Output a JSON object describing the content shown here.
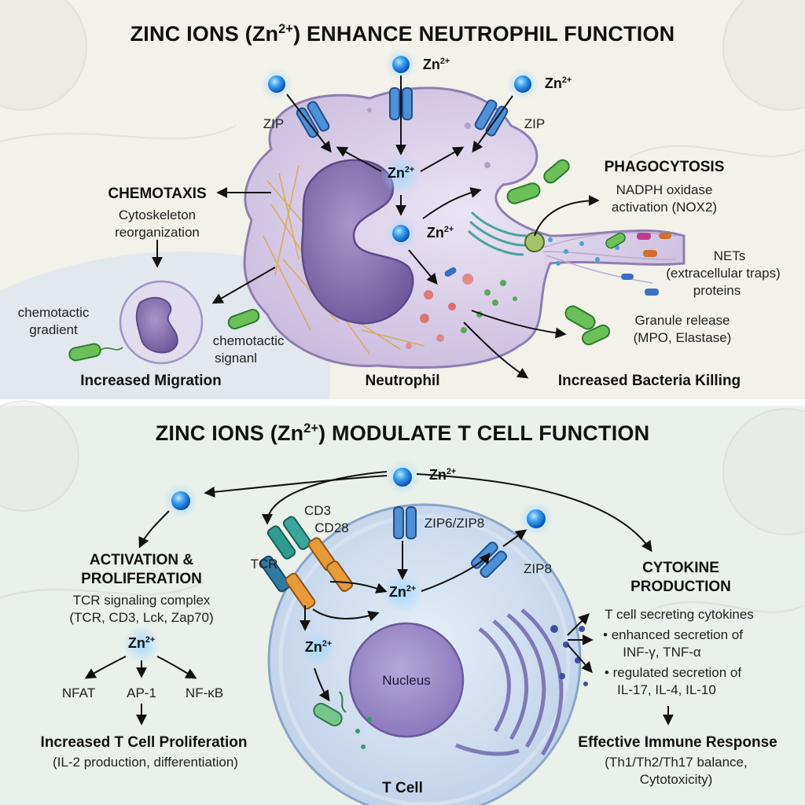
{
  "top_panel": {
    "title_prefix": "ZINC IONS (Zn",
    "title_sup": "2+",
    "title_suffix": ") ENHANCE NEUTROPHIL FUNCTION",
    "zn_base": "Zn",
    "zn_sup": "2+",
    "zip_label": "ZIP",
    "chemotaxis": {
      "heading": "CHEMOTAXIS",
      "line1": "Cytoskeleton",
      "line2": "reorganization"
    },
    "chemotactic_gradient": {
      "line1": "chemotactic",
      "line2": "gradient"
    },
    "chemotactic_signal": {
      "line1": "chemotactic",
      "line2": "signanl"
    },
    "increased_migration": "Increased Migration",
    "neutrophil": "Neutrophil",
    "increased_killing": "Increased Bacteria Killing",
    "phagocytosis": {
      "heading": "PHAGOCYTOSIS",
      "line1": "NADPH oxidase",
      "line2": "activation (NOX2)"
    },
    "nets": {
      "line1": "NETs",
      "line2": "(extracellular traps)",
      "line3": "proteins"
    },
    "granule": {
      "line1": "Granule release",
      "line2": "(MPO, Elastase)"
    }
  },
  "bottom_panel": {
    "title_prefix": "ZINC IONS (Zn",
    "title_sup": "2+",
    "title_suffix": ") MODULATE T CELL FUNCTION",
    "zn_base": "Zn",
    "zn_sup": "2+",
    "cd3": "CD3",
    "cd28": "CD28",
    "tcr": "TCR",
    "zip6_zip8": "ZIP6/ZIP8",
    "zip8": "ZIP8",
    "nucleus": "Nucleus",
    "t_cell": "T Cell",
    "activation": {
      "heading1": "ACTIVATION &",
      "heading2": "PROLIFERATION",
      "line1": "TCR signaling complex",
      "line2": "(TCR, CD3, Lck, Zap70)"
    },
    "nfat": "NFAT",
    "ap1": "AP-1",
    "nfkb": "NF-κB",
    "proliferation": {
      "heading": "Increased T Cell Proliferation",
      "line1": "(IL-2 production, differentiation)"
    },
    "cytokine": {
      "heading1": "CYTOKINE",
      "heading2": "PRODUCTION",
      "line1": "T cell secreting cytokines",
      "line2": "• enhanced secretion of",
      "line3": "INF-γ, TNF-α",
      "line4": "• regulated secretion of",
      "line5": "IL-17, IL-4, IL-10"
    },
    "response": {
      "heading": "Effective Immune Response",
      "line1": "(Th1/Th2/Th17 balance,",
      "line2": "Cytotoxicity)"
    }
  }
}
